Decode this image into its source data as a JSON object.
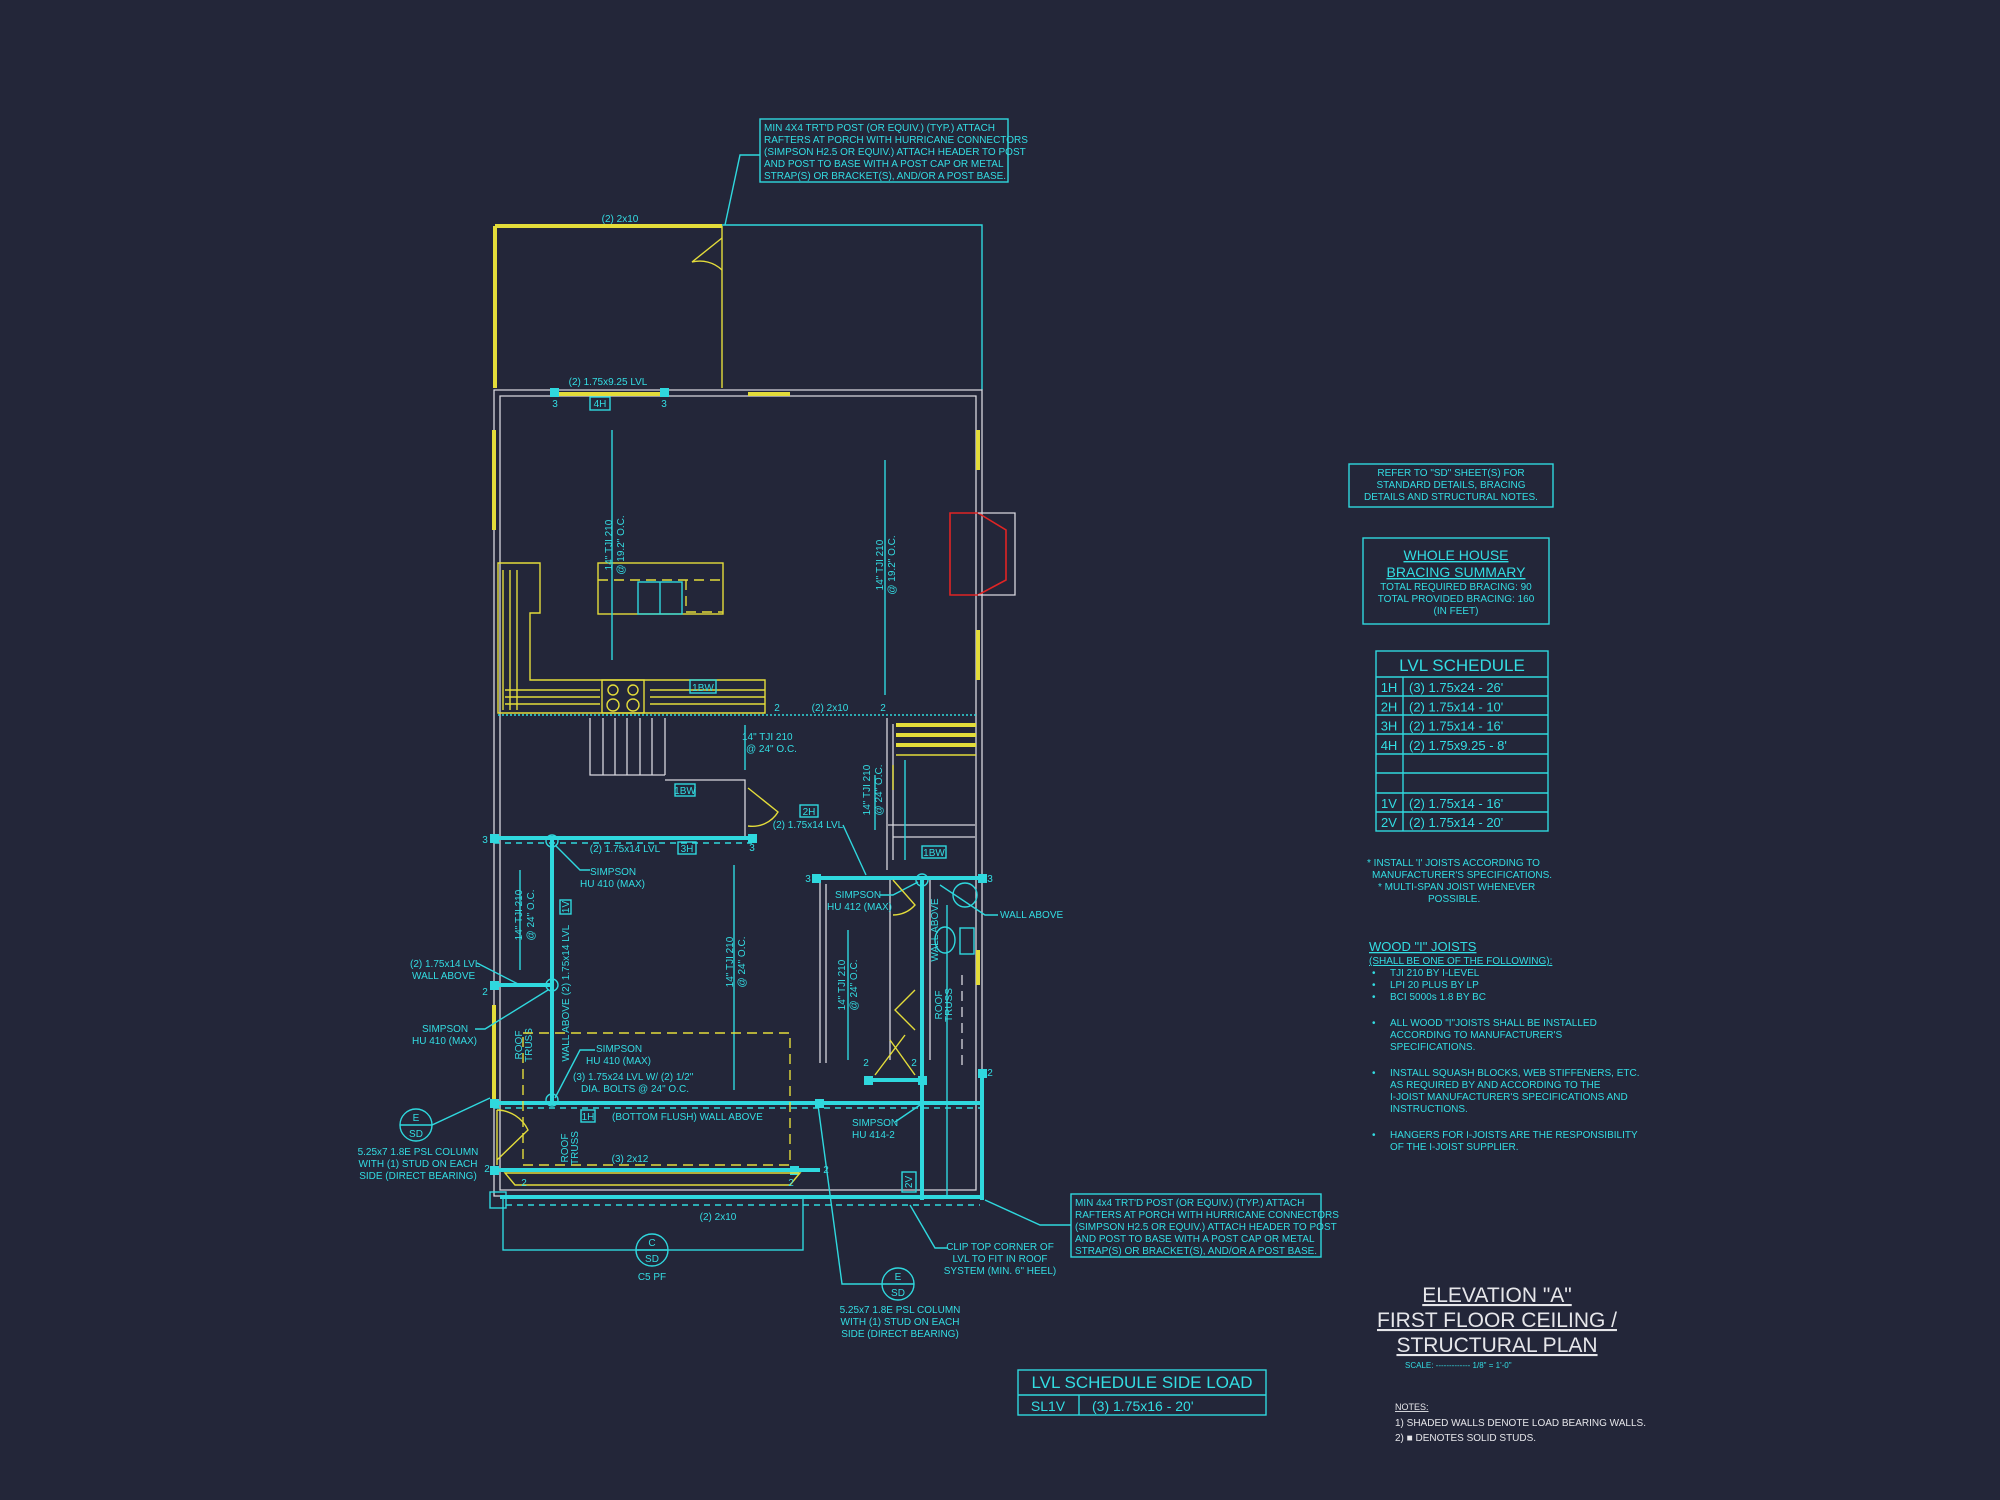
{
  "colors": {
    "background": "#232639",
    "structure": "#2fd8de",
    "walls_bearing": "#e3dc3a",
    "walls": "#d7d7dd",
    "fireplace": "#e02424",
    "title": "#e6e6ea"
  },
  "notes": {
    "porch_post_top": [
      "MIN 4X4 TRT'D POST (OR EQUIV.) (TYP.) ATTACH",
      "RAFTERS AT PORCH WITH HURRICANE CONNECTORS",
      "(SIMPSON H2.5 OR EQUIV.) ATTACH HEADER TO POST",
      "AND POST TO BASE WITH A POST CAP OR METAL",
      "STRAP(S) OR BRACKET(S), AND/OR A POST BASE."
    ],
    "porch_post_bottom": [
      "MIN 4x4 TRT'D POST (OR EQUIV.) (TYP.) ATTACH",
      "RAFTERS AT PORCH WITH HURRICANE CONNECTORS",
      "(SIMPSON H2.5 OR EQUIV.) ATTACH HEADER TO POST",
      "AND POST TO BASE WITH A POST CAP OR METAL",
      "STRAP(S) OR BRACKET(S), AND/OR A POST BASE."
    ],
    "refer_sd": [
      "REFER TO \"SD\" SHEET(S) FOR",
      "STANDARD DETAILS, BRACING",
      "DETAILS AND STRUCTURAL NOTES."
    ],
    "bracing": {
      "title": [
        "WHOLE HOUSE",
        "BRACING SUMMARY"
      ],
      "lines": [
        "TOTAL REQUIRED BRACING: 90",
        "TOTAL PROVIDED BRACING: 160",
        "(IN FEET)"
      ]
    },
    "install": [
      "* INSTALL 'I' JOISTS ACCORDING TO",
      "MANUFACTURER'S SPECIFICATIONS.",
      "* MULTI-SPAN JOIST WHENEVER",
      "POSSIBLE."
    ],
    "wood_joists": {
      "title": "WOOD \"I\" JOISTS",
      "subtitle": "(SHALL BE ONE OF THE FOLLOWING):",
      "options": [
        "TJI 210 BY I-LEVEL",
        "LPI 20 PLUS BY LP",
        "BCI 5000s 1.8 BY BC"
      ],
      "bullets": [
        [
          "ALL WOOD \"I\"JOISTS SHALL BE INSTALLED",
          "ACCORDING TO MANUFACTURER'S",
          "SPECIFICATIONS."
        ],
        [
          "INSTALL SQUASH BLOCKS, WEB STIFFENERS, ETC.",
          "AS REQUIRED BY AND ACCORDING TO THE",
          "I-JOIST MANUFACTURER'S SPECIFICATIONS AND",
          "INSTRUCTIONS."
        ],
        [
          "HANGERS FOR I-JOISTS ARE THE RESPONSIBILITY",
          "OF THE I-JOIST SUPPLIER."
        ]
      ]
    },
    "sheet_notes": {
      "title": "NOTES:",
      "items": [
        "1) SHADED WALLS DENOTE LOAD BEARING WALLS.",
        "2) ■ DENOTES SOLID STUDS."
      ]
    }
  },
  "lvl_schedule": {
    "title": "LVL SCHEDULE",
    "rows": [
      {
        "tag": "1H",
        "spec": "(3) 1.75x24 - 26'"
      },
      {
        "tag": "2H",
        "spec": "(2) 1.75x14 - 10'"
      },
      {
        "tag": "3H",
        "spec": "(2) 1.75x14 - 16'"
      },
      {
        "tag": "4H",
        "spec": "(2) 1.75x9.25 - 8'"
      },
      {
        "tag": "",
        "spec": ""
      },
      {
        "tag": "",
        "spec": ""
      },
      {
        "tag": "1V",
        "spec": "(2) 1.75x14 - 16'"
      },
      {
        "tag": "2V",
        "spec": "(2) 1.75x14 - 20'"
      }
    ]
  },
  "lvl_side_load": {
    "title": "LVL SCHEDULE SIDE LOAD",
    "rows": [
      {
        "tag": "SL1V",
        "spec": "(3) 1.75x16 - 20'"
      }
    ]
  },
  "title_block": {
    "lines": [
      "ELEVATION \"A\"",
      "FIRST FLOOR CEILING /",
      "STRUCTURAL PLAN"
    ],
    "scale": "SCALE: ------------- 1/8\" = 1'-0\""
  },
  "plan": {
    "porch_header": "(2) 2x10",
    "lvl_4h": "(2) 1.75x9.25 LVL",
    "joist_192": [
      "14\" TJI 210",
      "@ 19.2\" O.C."
    ],
    "joist_24": [
      "14\" TJI 210",
      "@ 24\" O.C."
    ],
    "header_2x10": "(2) 2x10",
    "lvl_2h": "(2) 1.75x14 LVL",
    "lvl_3h": "(2) 1.75x14 LVL",
    "lvl_1v": "(2) 1.75x14 LVL",
    "lvl_wall_above": [
      "(2) 1.75x14 LVL",
      "WALL ABOVE"
    ],
    "simpson_410": [
      "SIMPSON",
      "HU 410 (MAX)"
    ],
    "simpson_412": [
      "SIMPSON",
      "HU 412 (MAX)"
    ],
    "simpson_414": [
      "SIMPSON",
      "HU 414-2"
    ],
    "lvl_1h": [
      "(3) 1.75x24 LVL W/ (2) 1/2\"",
      "DIA. BOLTS @ 24\" O.C."
    ],
    "bottom_flush": "(BOTTOM FLUSH)  WALL ABOVE",
    "wall_above": "WALL ABOVE",
    "roof_truss": [
      "ROOF",
      "TRUSS"
    ],
    "header_2x12": "(3) 2x12",
    "porch_beam": "(2) 2x10",
    "psl_column": [
      "5.25x7 1.8E PSL COLUMN",
      "WITH (1) STUD ON EACH",
      "SIDE (DIRECT BEARING)"
    ],
    "clip_note": [
      "CLIP TOP CORNER OF",
      "LVL TO FIT IN ROOF",
      "SYSTEM (MIN. 6\" HEEL)"
    ],
    "detail_e": {
      "top": "E",
      "bottom": "SD"
    },
    "detail_c": {
      "top": "C",
      "bottom": "SD",
      "caption": "C5 PF"
    },
    "tags": {
      "h1": "1H",
      "h2": "2H",
      "h3": "3H",
      "h4": "4H",
      "v1": "1V",
      "v2": "2V",
      "bw": "1BW"
    },
    "post_2": "2",
    "post_3": "3"
  }
}
